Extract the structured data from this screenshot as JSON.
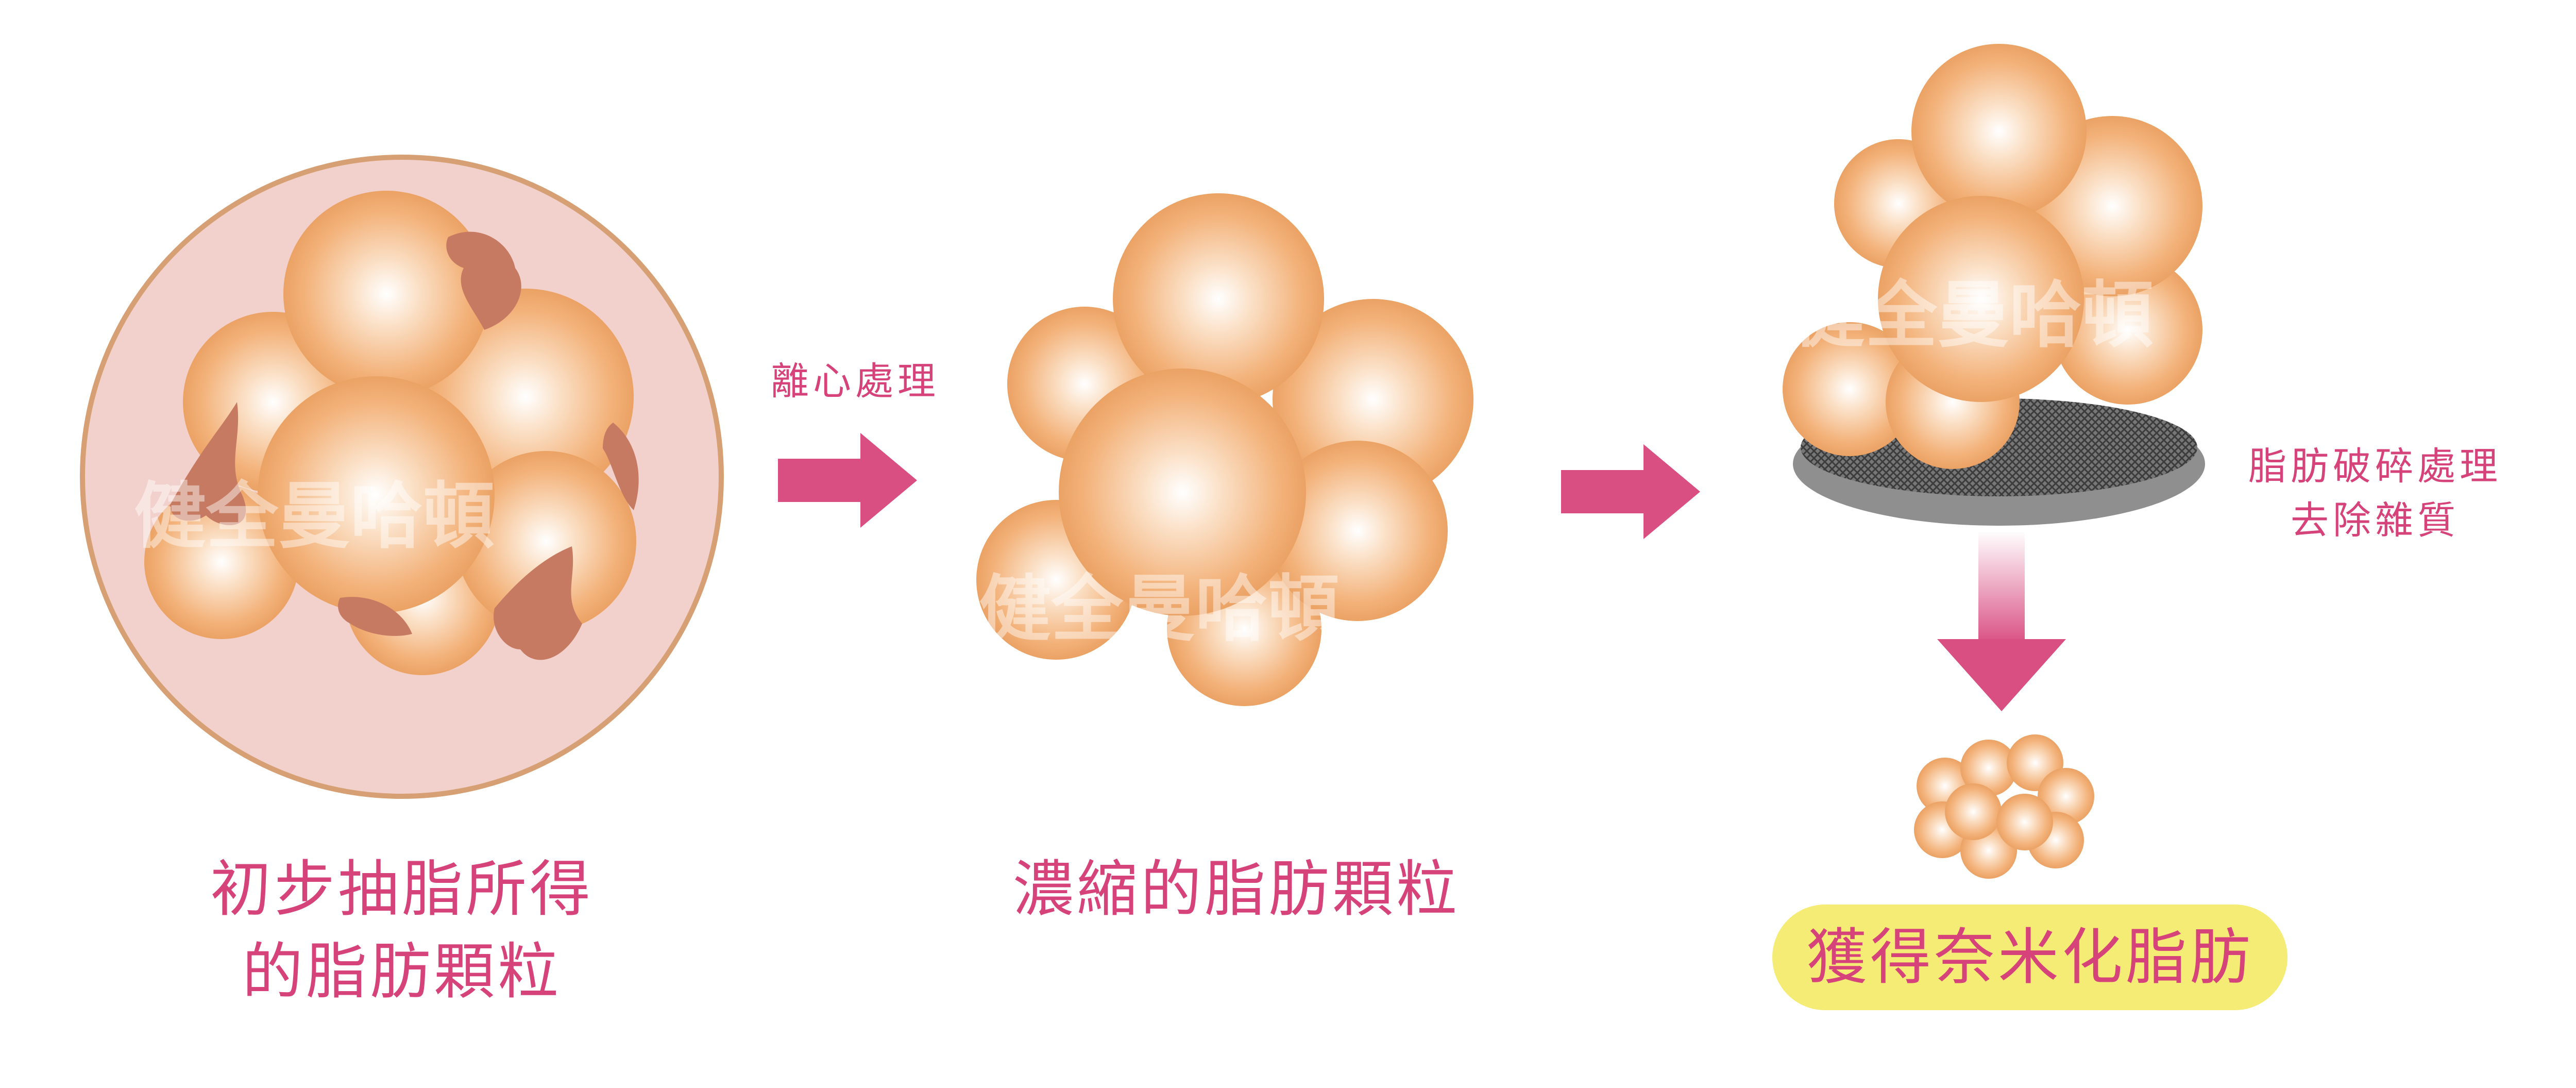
{
  "stage1": {
    "caption_line1": "初步抽脂所得",
    "caption_line2": "的脂肪顆粒"
  },
  "step1_label": "離心處理",
  "stage2": {
    "caption": "濃縮的脂肪顆粒"
  },
  "step2_label_line1": "脂肪破碎處理",
  "step2_label_line2": "去除雜質",
  "stage3": {
    "caption": "獲得奈米化脂肪"
  },
  "watermark": "健全曼哈頓",
  "colors": {
    "accent": "#d6437a",
    "arrow": "#d94f82",
    "highlight": "#f4ec74",
    "fat": "#f0a765",
    "tissue": "#f2d1cd",
    "tissue_border": "#d7a074",
    "fiber": "#c77a62",
    "filter": "#8f8f8f"
  }
}
